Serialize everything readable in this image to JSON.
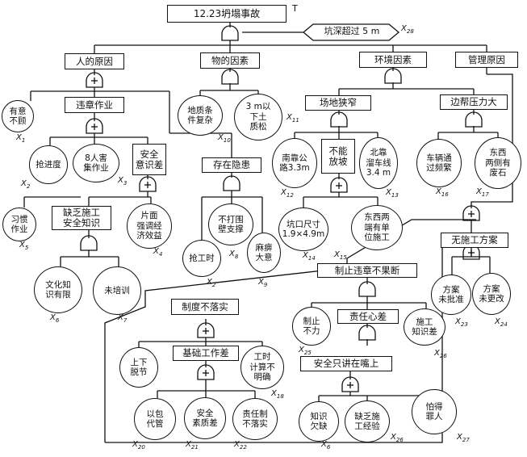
{
  "top_event": {
    "label": "12.23坍塌事故",
    "tag": "T"
  },
  "condition": {
    "label": "坑深超过 5 m",
    "x": "X",
    "sub": "28"
  },
  "categories": {
    "human": "人的原因",
    "material": "物的因素",
    "environment": "环境因素",
    "management": "管理原因"
  },
  "events": {
    "illegal_work": "违章作业",
    "safety_awareness": "安全\n意识差",
    "lack_knowledge": "缺乏施工\n安全知识",
    "hidden_danger": "存在隐患",
    "narrow_site": "场地狭窄",
    "cannot_slope": "不能\n放坡",
    "side_pressure": "边帮压力大",
    "no_plan": "无施工方案",
    "stop_violation": "制止违章不果断",
    "system_failure": "制度不落实",
    "basic_work": "基础工作差",
    "responsibility": "责任心差",
    "safety_talk": "安全只讲在嘴上"
  },
  "basic_events": {
    "x1": {
      "text": "有意\n不顾",
      "x": "X",
      "sub": "1"
    },
    "x2": {
      "text": "抢进度",
      "x": "X",
      "sub": "2"
    },
    "x3": {
      "text": "8人害\n集作业",
      "x": "X",
      "sub": "3"
    },
    "x4": {
      "text": "片面\n强调经\n济效益",
      "x": "X",
      "sub": "4"
    },
    "x5": {
      "text": "习惯\n作业",
      "x": "X",
      "sub": "5"
    },
    "x6": {
      "text": "文化知\n识有限",
      "x": "X",
      "sub": "6"
    },
    "x7": {
      "text": "未培训",
      "x": "X",
      "sub": "7"
    },
    "x8": {
      "text": "不打围\n壁支撑",
      "x": "X",
      "sub": "8"
    },
    "x2b": {
      "text": "抢工时",
      "x": "X",
      "sub": "2"
    },
    "x9": {
      "text": "麻痹\n大意",
      "x": "X",
      "sub": "9"
    },
    "x10": {
      "text": "地质条\n件复杂",
      "x": "X",
      "sub": "10"
    },
    "x11": {
      "text": "3 m以\n下土\n质松",
      "x": "X",
      "sub": "11"
    },
    "x12": {
      "text": "南靠公\n路3.3m",
      "x": "X",
      "sub": "12"
    },
    "x13": {
      "text": "北靠\n溜车线\n3.4 m",
      "x": "X",
      "sub": "13"
    },
    "x14": {
      "text": "坑口尺寸\n1.9×4.9m",
      "x": "X",
      "sub": "14"
    },
    "x15": {
      "text": "东西两\n端有单\n位施工",
      "x": "X",
      "sub": "15"
    },
    "x16": {
      "text": "车辆通\n过频繁",
      "x": "X",
      "sub": "16"
    },
    "x17": {
      "text": "东西\n两侧有\n废石",
      "x": "X",
      "sub": "17"
    },
    "x23": {
      "text": "方案\n未批准",
      "x": "X",
      "sub": "23"
    },
    "x24": {
      "text": "方案\n未更改",
      "x": "X",
      "sub": "24"
    },
    "x25": {
      "text": "制止\n不力",
      "x": "X",
      "sub": "25"
    },
    "x26": {
      "text": "施工\n知识差",
      "x": "X",
      "sub": "26"
    },
    "x18": {
      "text": "工时\n计算不\n明确",
      "x": "X",
      "sub": "18"
    },
    "x19": {
      "text": "上下\n脱节",
      "x": "X",
      "sub": ""
    },
    "x20": {
      "text": "以包\n代管",
      "x": "X",
      "sub": "20"
    },
    "x21": {
      "text": "安全\n素质差",
      "x": "X",
      "sub": "21"
    },
    "x22": {
      "text": "责任制\n不落实",
      "x": "X",
      "sub": "22"
    },
    "x6b": {
      "text": "知识\n欠缺",
      "x": "X",
      "sub": "6"
    },
    "x26b": {
      "text": "缺乏施\n工经验",
      "x": "X",
      "sub": "26"
    },
    "x27": {
      "text": "怕得\n罪人",
      "x": "X",
      "sub": "27"
    }
  }
}
